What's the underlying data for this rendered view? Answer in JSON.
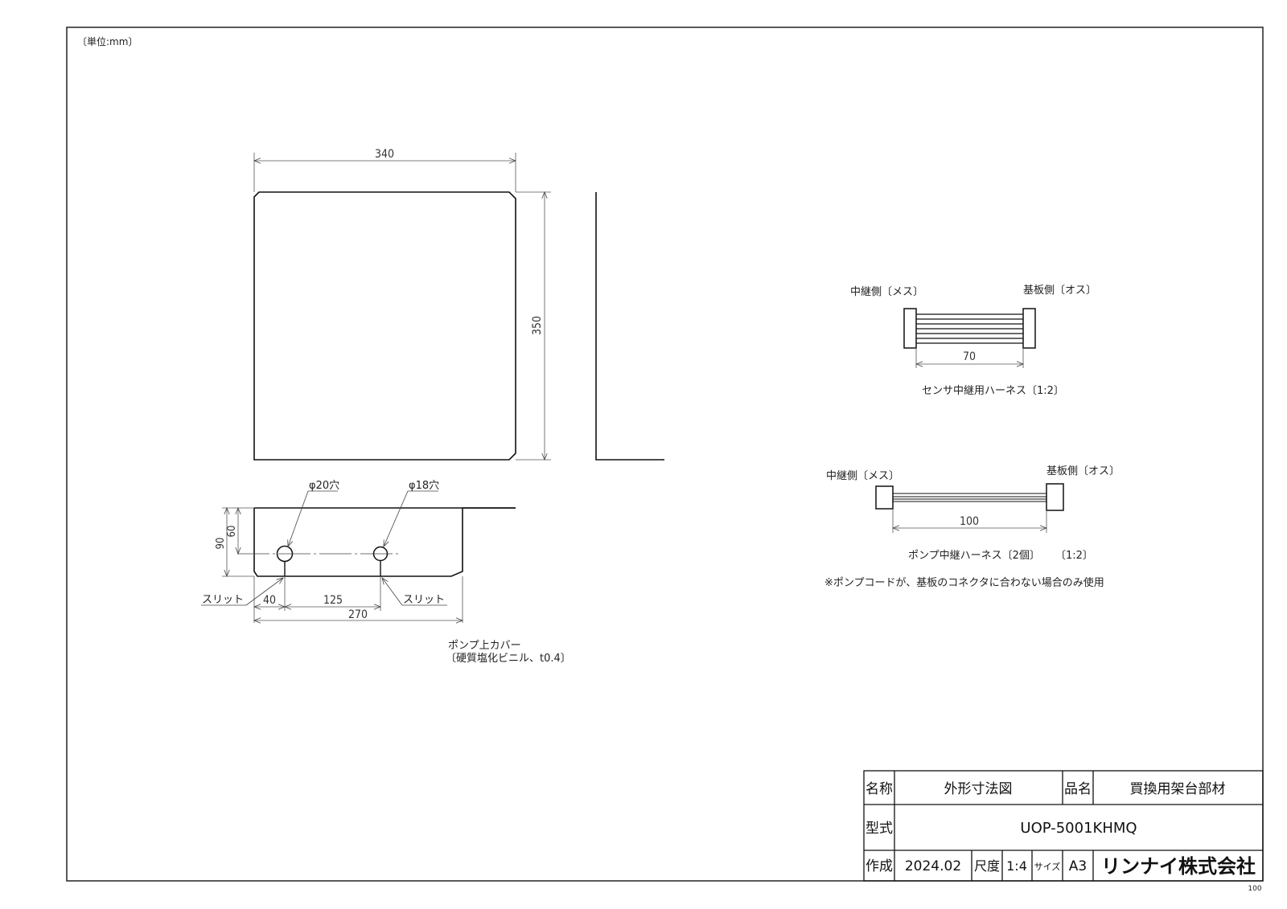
{
  "drawing": {
    "unit_note": "〔単位:mm〕",
    "page_marker": "100"
  },
  "cover": {
    "width_dim": "340",
    "height_dim": "350",
    "hole1_label": "φ20穴",
    "hole2_label": "φ18穴",
    "dim_90": "90",
    "dim_60": "60",
    "dim_40": "40",
    "dim_125": "125",
    "dim_270": "270",
    "slit_left": "スリット",
    "slit_right": "スリット",
    "caption_line1": "ポンプ上カバー",
    "caption_line2": "〔硬質塩化ビニル、t0.4〕"
  },
  "sensor_harness": {
    "left_label": "中継側〔メス〕",
    "right_label": "基板側〔オス〕",
    "length_dim": "70",
    "caption": "センサ中継用ハーネス〔1:2〕"
  },
  "pump_harness": {
    "left_label": "中継側〔メス〕",
    "right_label": "基板側〔オス〕",
    "length_dim": "100",
    "caption": "ポンプ中継ハーネス〔2個〕",
    "scale": "〔1:2〕",
    "note": "※ポンプコードが、基板のコネクタに合わない場合のみ使用"
  },
  "title_block": {
    "name_label": "名称",
    "name_value": "外形寸法図",
    "product_label": "品名",
    "product_value": "買換用架台部材",
    "model_label": "型式",
    "model_value": "UOP-5001KHMQ",
    "created_label": "作成",
    "created_value": "2024.02",
    "scale_label": "尺度",
    "scale_value": "1:4",
    "size_label": "サイズ",
    "size_value": "A3",
    "company": "リンナイ株式会社"
  }
}
